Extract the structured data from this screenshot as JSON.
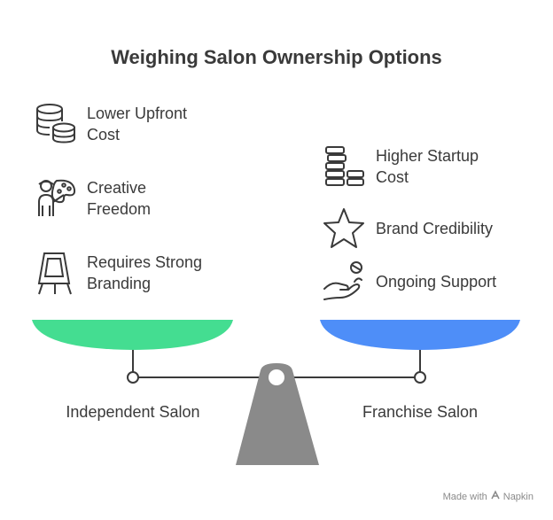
{
  "title": "Weighing Salon Ownership Options",
  "left": {
    "label": "Independent Salon",
    "color": "#44dd91",
    "items": [
      {
        "text": "Lower Upfront\nCost",
        "icon": "coin-stacks-icon"
      },
      {
        "text": "Creative\nFreedom",
        "icon": "artist-palette-icon"
      },
      {
        "text": "Requires Strong\nBranding",
        "icon": "sign-easel-icon"
      }
    ]
  },
  "right": {
    "label": "Franchise Salon",
    "color": "#4e8ef8",
    "items": [
      {
        "text": "Higher Startup\nCost",
        "icon": "stacked-bills-icon"
      },
      {
        "text": "Brand Credibility",
        "icon": "star-icon"
      },
      {
        "text": "Ongoing Support",
        "icon": "support-hand-icon"
      }
    ]
  },
  "footer": {
    "made_with": "Made with",
    "brand": "Napkin"
  }
}
